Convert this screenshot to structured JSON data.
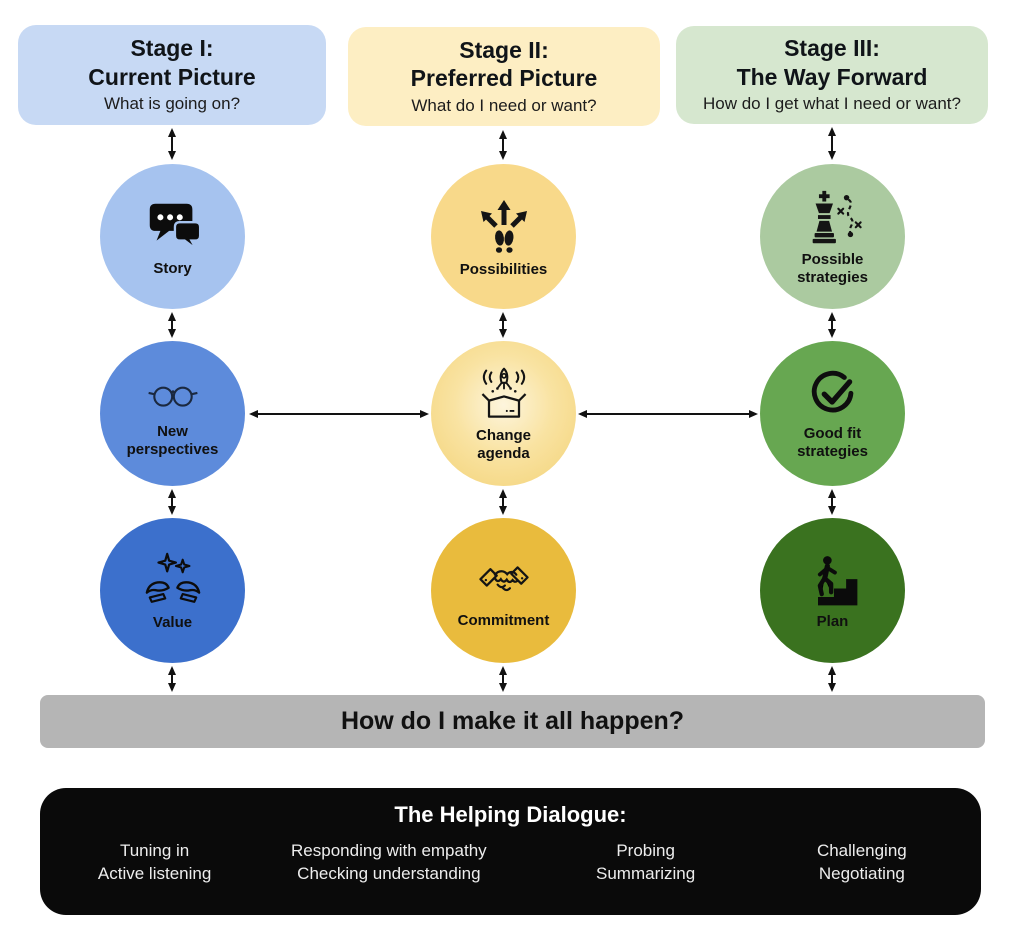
{
  "stages": [
    {
      "title1": "Stage I:",
      "title2": "Current Picture",
      "question": "What is going on?",
      "header_bg": "#c7d9f4",
      "circles": [
        {
          "label": "Story",
          "icon": "chat-bubbles-icon",
          "bg": "#a6c3ef"
        },
        {
          "label": "New perspectives",
          "icon": "eyeglasses-icon",
          "bg": "#5d8bdb"
        },
        {
          "label": "Value",
          "icon": "hands-sparkles-icon",
          "bg": "#3c70cc"
        }
      ]
    },
    {
      "title1": "Stage II:",
      "title2": "Preferred Picture",
      "question": "What do I need or want?",
      "header_bg": "#fdeec3",
      "circles": [
        {
          "label": "Possibilities",
          "icon": "arrows-footprints-icon",
          "bg": "#f8d98a"
        },
        {
          "label": "Change agenda",
          "icon": "rocket-box-icon",
          "bg": "radial-gradient(circle at 50% 44%, #fdf5dd 0%, #f9e3a2 45%, #f3d276 100%)"
        },
        {
          "label": "Commitment",
          "icon": "handshake-icon",
          "bg": "#e9bb3d"
        }
      ]
    },
    {
      "title1": "Stage III:",
      "title2": "The Way Forward",
      "question": "How do I get what I need or want?",
      "header_bg": "#d6e7cf",
      "circles": [
        {
          "label": "Possible strategies",
          "icon": "chess-strategy-icon",
          "bg": "#abcaa0"
        },
        {
          "label": "Good fit strategies",
          "icon": "check-circle-icon",
          "bg": "#67a751"
        },
        {
          "label": "Plan",
          "icon": "stairs-person-icon",
          "bg": "#3a721f"
        }
      ]
    }
  ],
  "bottom_bar": {
    "text": "How do I make it all happen?",
    "bg": "#b5b5b5"
  },
  "dialogue": {
    "title": "The Helping Dialogue:",
    "bg": "#0a0a0a",
    "groups": [
      {
        "lines": [
          "Tuning in",
          "Active listening"
        ]
      },
      {
        "lines": [
          "Responding with empathy",
          "Checking understanding"
        ]
      },
      {
        "lines": [
          "Probing",
          "Summarizing"
        ]
      },
      {
        "lines": [
          "Challenging",
          "Negotiating"
        ]
      }
    ]
  }
}
